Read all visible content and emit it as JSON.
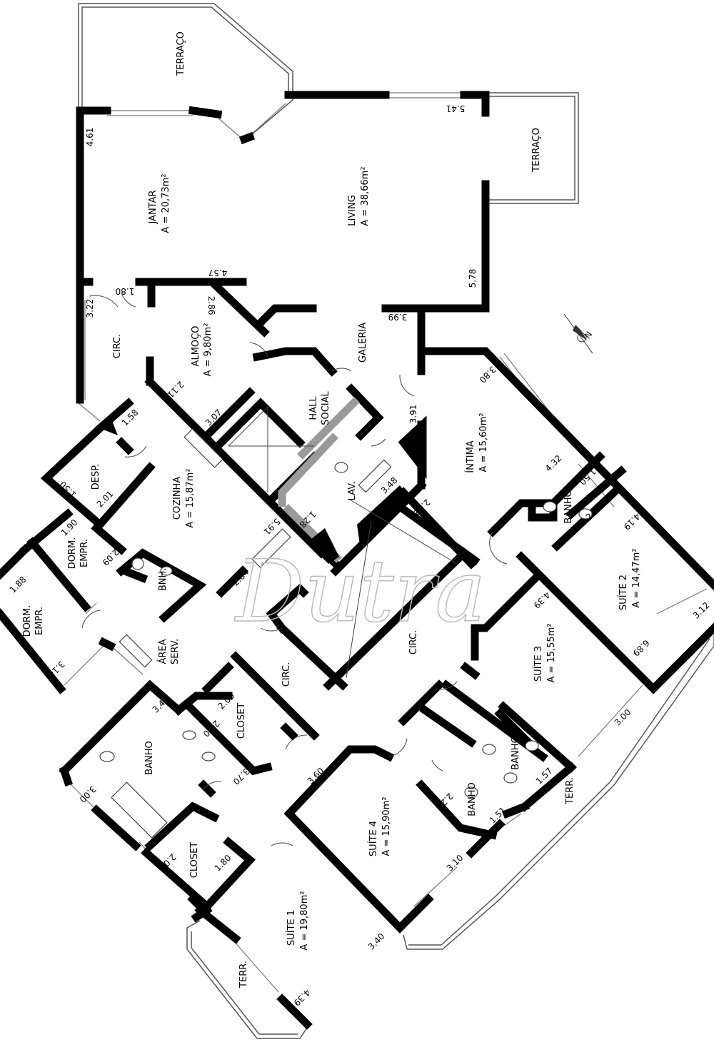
{
  "rooms": {
    "terraco_top": "TERRAÇO",
    "terraco_right": "TERRAÇO",
    "jantar_name": "JANTAR",
    "jantar_area": "A = 20,73m²",
    "living_name": "LIVING",
    "living_area": "A = 38,66m²",
    "circ_left": "CIRC.",
    "almoco_name": "ALMOÇO",
    "almoco_area": "A = 9,80m²",
    "galeria": "GALERIA",
    "hall_social_1": "HALL",
    "hall_social_2": "SOCIAL",
    "lav": "LAV.",
    "intima_name": "ÍNTIMA",
    "intima_area": "A = 15,60m²",
    "desp": "DESP.",
    "cozinha_name": "COZINHA",
    "cozinha_area": "A = 15,87m²",
    "banho_intima": "BANHO",
    "suite2_name": "SUÍTE 2",
    "suite2_area": "A = 14,47m²",
    "dorm_empr_1a": "DORM.",
    "dorm_empr_1b": "EMPR.",
    "dorm_empr_2a": "DORM.",
    "dorm_empr_2b": "EMPR.",
    "bnh": "BNH.",
    "area_serv_1": "ÁREA",
    "area_serv_2": "SERV.",
    "suite3_name": "SUÍTE 3",
    "suite3_area": "A = 15,55m²",
    "circ_mid": "CIRC.",
    "circ_right": "CIRC.",
    "closet_1": "CLOSET",
    "banho_s1": "BANHO",
    "banho_s3": "BANHO",
    "banho_s4": "BANHO",
    "terr_right": "TERR.",
    "suite4_name": "SUÍTE 4",
    "suite4_area": "A = 15,90m²",
    "closet_2": "CLOSET",
    "suite1_name": "SUÍTE 1",
    "suite1_area": "A = 19,80m²",
    "terr_bottom": "TERR."
  },
  "dims": {
    "d461": "4.61",
    "d541": "5.41",
    "d457": "4.57",
    "d578": "5.78",
    "d180": "1.80",
    "d322": "3.22",
    "d286": "2.86",
    "d399": "3.99",
    "d211": "2.11",
    "d307": "3.07",
    "d391": "3.91",
    "d380": "3.80",
    "d158": "1.58",
    "d432": "4.32",
    "d150a": "1.50",
    "d348": "3.48",
    "d242": "2.42",
    "d150b": "1.50",
    "d201": "2.01",
    "d210": "2.10",
    "d419": "4.19",
    "d190": "1.90",
    "d128": "1.28",
    "d591": "5.91",
    "d209": "2.09",
    "d188": "1.88",
    "d284": "2.84",
    "d439": "4.39",
    "d312": "3.12",
    "d314": "3.14",
    "d689": "6.89",
    "d200a": "2.00",
    "d340a": "3.40",
    "d260": "2.60",
    "d300a": "3.00",
    "d370": "3.70",
    "d300b": "3.00",
    "d157": "1.57",
    "d360": "3.60",
    "d229": "2.29",
    "d151": "1.51",
    "d310": "3.10",
    "d200b": "2.00",
    "d180b": "1.80",
    "d340b": "3.40",
    "d439b": "4.39"
  },
  "watermark": {
    "text": "Dutra"
  },
  "icons": {
    "compass": "compass-icon"
  }
}
